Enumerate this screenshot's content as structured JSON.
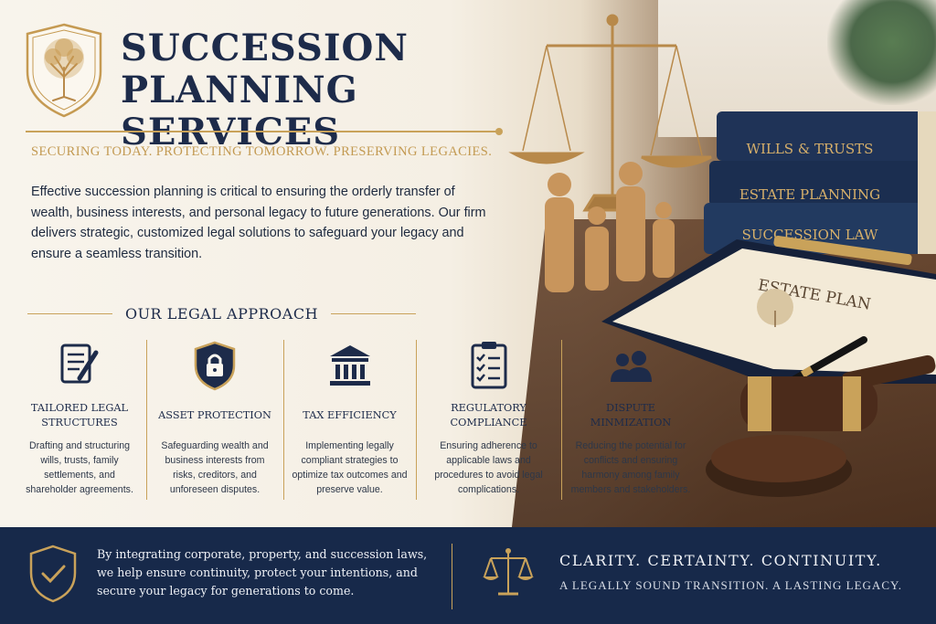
{
  "header": {
    "title": "SUCCESSION PLANNING SERVICES",
    "tagline": "SECURING TODAY. PROTECTING TOMORROW. PRESERVING LEGACIES.",
    "intro": "Effective succession planning is critical to ensuring the orderly transfer of wealth, business interests, and personal legacy to future generations. Our firm delivers strategic, customized legal solutions to safeguard your legacy and ensure a seamless transition."
  },
  "illustration": {
    "books": [
      "WILLS & TRUSTS",
      "ESTATE PLANNING",
      "SUCCESSION LAW"
    ],
    "document_title": "ESTATE PLAN"
  },
  "approach": {
    "heading": "OUR LEGAL APPROACH",
    "items": [
      {
        "title": "TAILORED LEGAL STRUCTURES",
        "desc": "Drafting and structuring wills, trusts, family settlements, and shareholder agreements.",
        "icon": "document-pen-icon"
      },
      {
        "title": "ASSET PROTECTION",
        "desc": "Safeguarding wealth and business interests from risks, creditors, and unforeseen disputes.",
        "icon": "shield-lock-icon"
      },
      {
        "title": "TAX EFFICIENCY",
        "desc": "Implementing legally compliant strategies to optimize tax outcomes and preserve value.",
        "icon": "bank-building-icon"
      },
      {
        "title": "REGULATORY COMPLIANCE",
        "desc": "Ensuring adherence to applicable laws and procedures to avoid legal complications.",
        "icon": "checklist-clipboard-icon"
      },
      {
        "title": "DISPUTE MINMIZATION",
        "desc": "Reducing the potential for conflicts and ensuring harmony among family members and stakeholders.",
        "icon": "people-group-icon"
      }
    ]
  },
  "footer": {
    "message": "By integrating corporate, property, and succession laws, we help ensure continuity, protect your intentions, and secure your legacy for generations to come.",
    "motto": "CLARITY. CERTAINTY. CONTINUITY.",
    "submotto": "A LEGALLY SOUND TRANSITION. A LASTING LEGACY."
  },
  "colors": {
    "navy": "#17294a",
    "gold": "#c9a25a",
    "cream": "#f6f1e8"
  }
}
